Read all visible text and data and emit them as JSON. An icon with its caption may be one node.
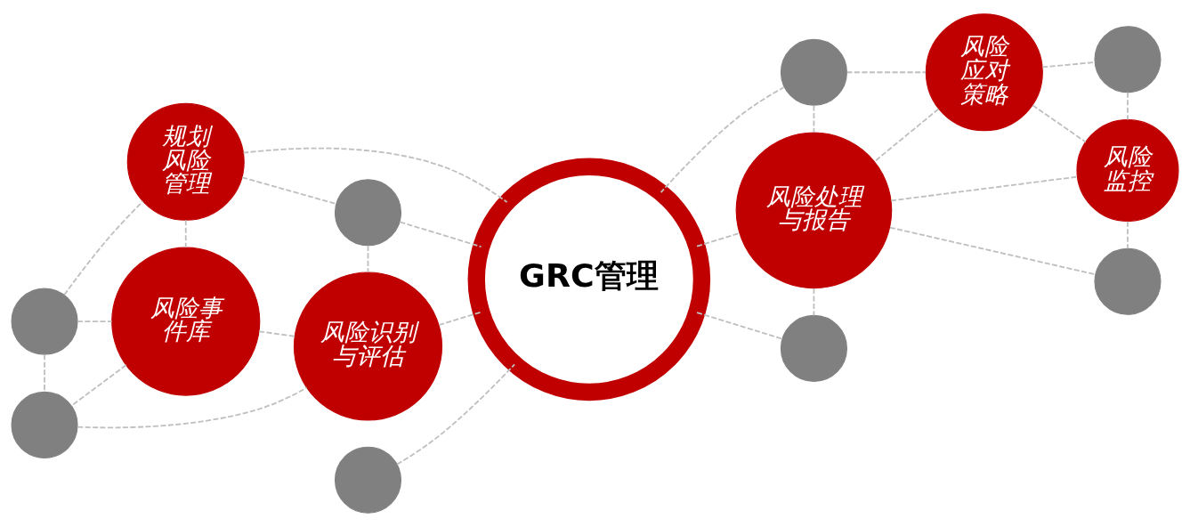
{
  "diagram": {
    "nodes": [
      {
        "text": [
          "规划风险管理"
        ]
      },
      {
        "text": [
          "风险事件库"
        ]
      },
      {
        "text": [
          "风险识别与评估"
        ]
      },
      {
        "text": [
          "GRC管理"
        ]
      },
      {
        "text": [
          "风险应对策略"
        ]
      },
      {
        "text": [
          "风险处理与报告"
        ]
      },
      {
        "text": [
          "风险监控"
        ]
      },
      {
        "text": [],
        "shape": "circle"
      },
      {
        "text": [],
        "shape": "circle"
      },
      {
        "text": [],
        "shape": "circle"
      },
      {
        "text": [],
        "shape": "circle"
      },
      {
        "text": [],
        "shape": "circle"
      },
      {
        "text": [],
        "shape": "circle"
      },
      {
        "text": [],
        "shape": "circle"
      },
      {
        "text": [],
        "shape": "circle"
      }
    ],
    "edges": [
      {
        "from": 7,
        "to": 0,
        "arrow": "none",
        "style": "dashed"
      },
      {
        "from": 7,
        "to": 1,
        "arrow": "none",
        "style": "dashed"
      },
      {
        "from": 7,
        "to": 8,
        "arrow": "none",
        "style": "dashed"
      },
      {
        "from": 0,
        "to": 1,
        "arrow": "none",
        "style": "dashed"
      },
      {
        "from": 0,
        "to": 9,
        "arrow": "none",
        "style": "dashed"
      },
      {
        "from": 0,
        "to": 3,
        "arrow": "none",
        "style": "dashed"
      },
      {
        "from": 10,
        "to": 3,
        "arrow": "none",
        "style": "dashed"
      },
      {
        "from": 9,
        "to": 3,
        "arrow": "none",
        "style": "dashed"
      },
      {
        "from": 9,
        "to": 2,
        "arrow": "none",
        "style": "dashed"
      },
      {
        "from": 1,
        "to": 2,
        "arrow": "none",
        "style": "dashed"
      },
      {
        "from": 1,
        "to": 8,
        "arrow": "none",
        "style": "dashed"
      },
      {
        "from": 8,
        "to": 2,
        "arrow": "none",
        "style": "dashed"
      },
      {
        "from": 2,
        "to": 3,
        "arrow": "none",
        "style": "dashed"
      },
      {
        "from": 11,
        "to": 3,
        "arrow": "none",
        "style": "dashed"
      },
      {
        "from": 11,
        "to": 5,
        "arrow": "none",
        "style": "dashed"
      },
      {
        "from": 11,
        "to": 4,
        "arrow": "none",
        "style": "dashed"
      },
      {
        "from": 3,
        "to": 5,
        "arrow": "none",
        "style": "dashed"
      },
      {
        "from": 4,
        "to": 5,
        "arrow": "none",
        "style": "dashed"
      },
      {
        "from": 4,
        "to": 6,
        "arrow": "none",
        "style": "dashed"
      },
      {
        "from": 4,
        "to": 13,
        "arrow": "none",
        "style": "dashed"
      },
      {
        "from": 13,
        "to": 6,
        "arrow": "none",
        "style": "dashed"
      },
      {
        "from": 5,
        "to": 6,
        "arrow": "none",
        "style": "dashed"
      },
      {
        "from": 6,
        "to": 14,
        "arrow": "none",
        "style": "dashed"
      },
      {
        "from": 5,
        "to": 14,
        "arrow": "none",
        "style": "dashed"
      },
      {
        "from": 5,
        "to": 12,
        "arrow": "none",
        "style": "dashed"
      },
      {
        "from": 3,
        "to": 12,
        "arrow": "none",
        "style": "dashed"
      }
    ]
  }
}
